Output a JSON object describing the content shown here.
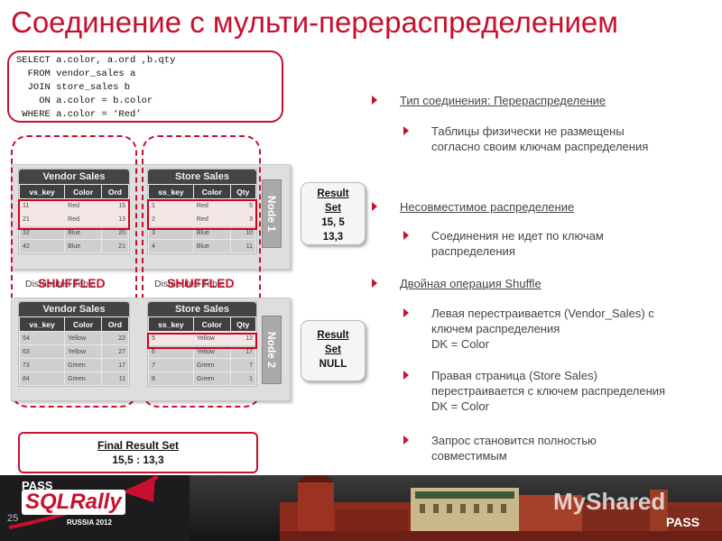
{
  "title": "Соединение с мульти-перераспределением",
  "sql": "SELECT a.color, a.ord ,b.qty\n  FROM vendor_sales a\n  JOIN store_sales b\n    ON a.color = b.color\n WHERE a.color = ‘Red’",
  "node1": {
    "label": "Node 1",
    "vendor": {
      "title": "Vendor Sales",
      "headers": [
        "vs_key",
        "Color",
        "Ord"
      ],
      "rows": [
        [
          "11",
          "Red",
          "15"
        ],
        [
          "21",
          "Red",
          "13"
        ],
        [
          "32",
          "Blue",
          "20"
        ],
        [
          "42",
          "Blue",
          "21"
        ]
      ]
    },
    "store": {
      "title": "Store Sales",
      "headers": [
        "ss_key",
        "Color",
        "Qty"
      ],
      "rows": [
        [
          "1",
          "Red",
          "5"
        ],
        [
          "2",
          "Red",
          "3"
        ],
        [
          "3",
          "Blue",
          "10"
        ],
        [
          "4",
          "Blue",
          "11"
        ]
      ]
    },
    "result": {
      "label1": "Result",
      "label2": "Set",
      "value1": "15, 5",
      "value2": "13,3"
    }
  },
  "node2": {
    "label": "Node 2",
    "vendor": {
      "title": "Vendor Sales",
      "headers": [
        "vs_key",
        "Color",
        "Ord"
      ],
      "rows": [
        [
          "54",
          "Yellow",
          "22"
        ],
        [
          "63",
          "Yellow",
          "27"
        ],
        [
          "73",
          "Green",
          "17"
        ],
        [
          "84",
          "Green",
          "11"
        ]
      ]
    },
    "store": {
      "title": "Store Sales",
      "headers": [
        "ss_key",
        "Color",
        "Qty"
      ],
      "rows": [
        [
          "5",
          "Yellow",
          "12"
        ],
        [
          "6",
          "Yellow",
          "17"
        ],
        [
          "7",
          "Green",
          "7"
        ],
        [
          "8",
          "Green",
          "1"
        ]
      ]
    },
    "result": {
      "label1": "Result",
      "label2": "Set",
      "value1": "NULL"
    }
  },
  "shuffled_label": "SHUFFLED",
  "distributed_label": "Distributed Table",
  "final_result": {
    "label": "Final Result Set",
    "value": "15,5 : 13,3"
  },
  "bullets": [
    {
      "level": 1,
      "text": "Тип соединения: Перераспределение",
      "underline": true
    },
    {
      "level": 2,
      "text": "Таблицы физически не размещены\nсогласно своим ключам распределения"
    },
    {
      "level": 1,
      "text": "Несовместимое распределение",
      "underline": true
    },
    {
      "level": 2,
      "text": "Соединения не идет по ключам\nраспределения"
    },
    {
      "level": 1,
      "text": "Двойная операция Shuffle",
      "underline": true
    },
    {
      "level": 2,
      "text": "Левая перестраивается (Vendor_Sales) с\nключем распределения\nDK = Color"
    },
    {
      "level": 2,
      "text": "Правая страница (Store Sales)\nперестраивается с ключем распределения\nDK = Color"
    },
    {
      "level": 2,
      "text": "Запрос становится полностью\nсовместимым"
    }
  ],
  "footer": {
    "logo_top": "PASS",
    "logo_main": "SQLRally",
    "logo_sub": "RUSSIA 2012",
    "page_number": "25",
    "watermark": "MyShared",
    "pass_logo": "PASS"
  },
  "colors": {
    "accent": "#c8102e",
    "highlight": "#d0021b",
    "table_header": "#3f3f3f"
  }
}
